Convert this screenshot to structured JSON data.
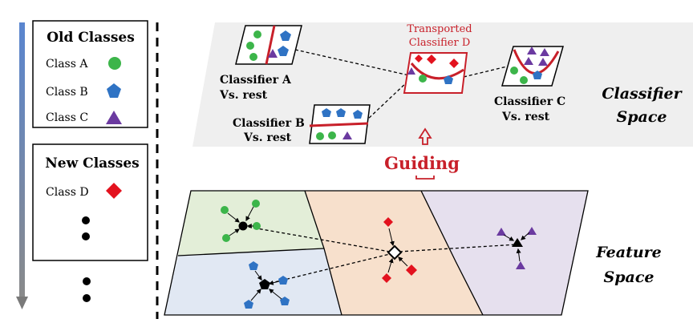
{
  "legend": {
    "old_title": "Old Classes",
    "new_title": "New Classes",
    "items": [
      {
        "label": "Class A",
        "shape": "circle",
        "color": "#3cb54a"
      },
      {
        "label": "Class B",
        "shape": "pentagon",
        "color": "#2f73c4"
      },
      {
        "label": "Class C",
        "shape": "triangle",
        "color": "#6b3aa0"
      },
      {
        "label": "Class D",
        "shape": "diamond",
        "color": "#e3121e"
      }
    ]
  },
  "classifier_space": {
    "title_line1": "Classifier",
    "title_line2": "Space",
    "classifier_a": {
      "line1": "Classifier A",
      "line2": "Vs. rest"
    },
    "classifier_b": {
      "line1": "Classifier B",
      "line2": "Vs. rest"
    },
    "classifier_c": {
      "line1": "Classifier C",
      "line2": "Vs. rest"
    },
    "transported": {
      "line1": "Transported",
      "line2": "Classifier D"
    }
  },
  "guiding_label": "Guiding",
  "feature_space": {
    "title_line1": "Feature",
    "title_line2": "Space"
  },
  "colors": {
    "accent_red": "#c8202a",
    "region_green": "#e3eed8",
    "region_blue": "#e1e8f3",
    "region_orange": "#f7e0cc",
    "region_purple": "#e6e0ee",
    "classifier_plane": "#efefef",
    "timeline": "#6a8fcf"
  }
}
